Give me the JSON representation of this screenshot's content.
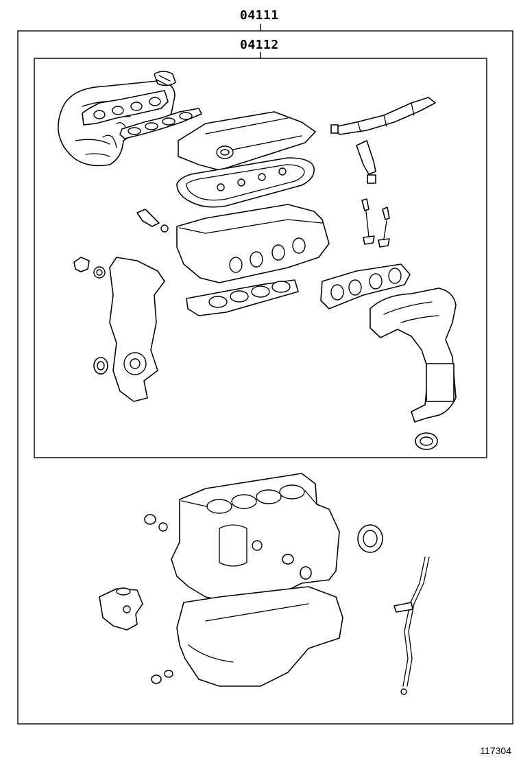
{
  "diagram": {
    "kit_outer": {
      "part_number": "04111"
    },
    "kit_inner": {
      "part_number": "04112"
    },
    "figure_number": "117304"
  }
}
